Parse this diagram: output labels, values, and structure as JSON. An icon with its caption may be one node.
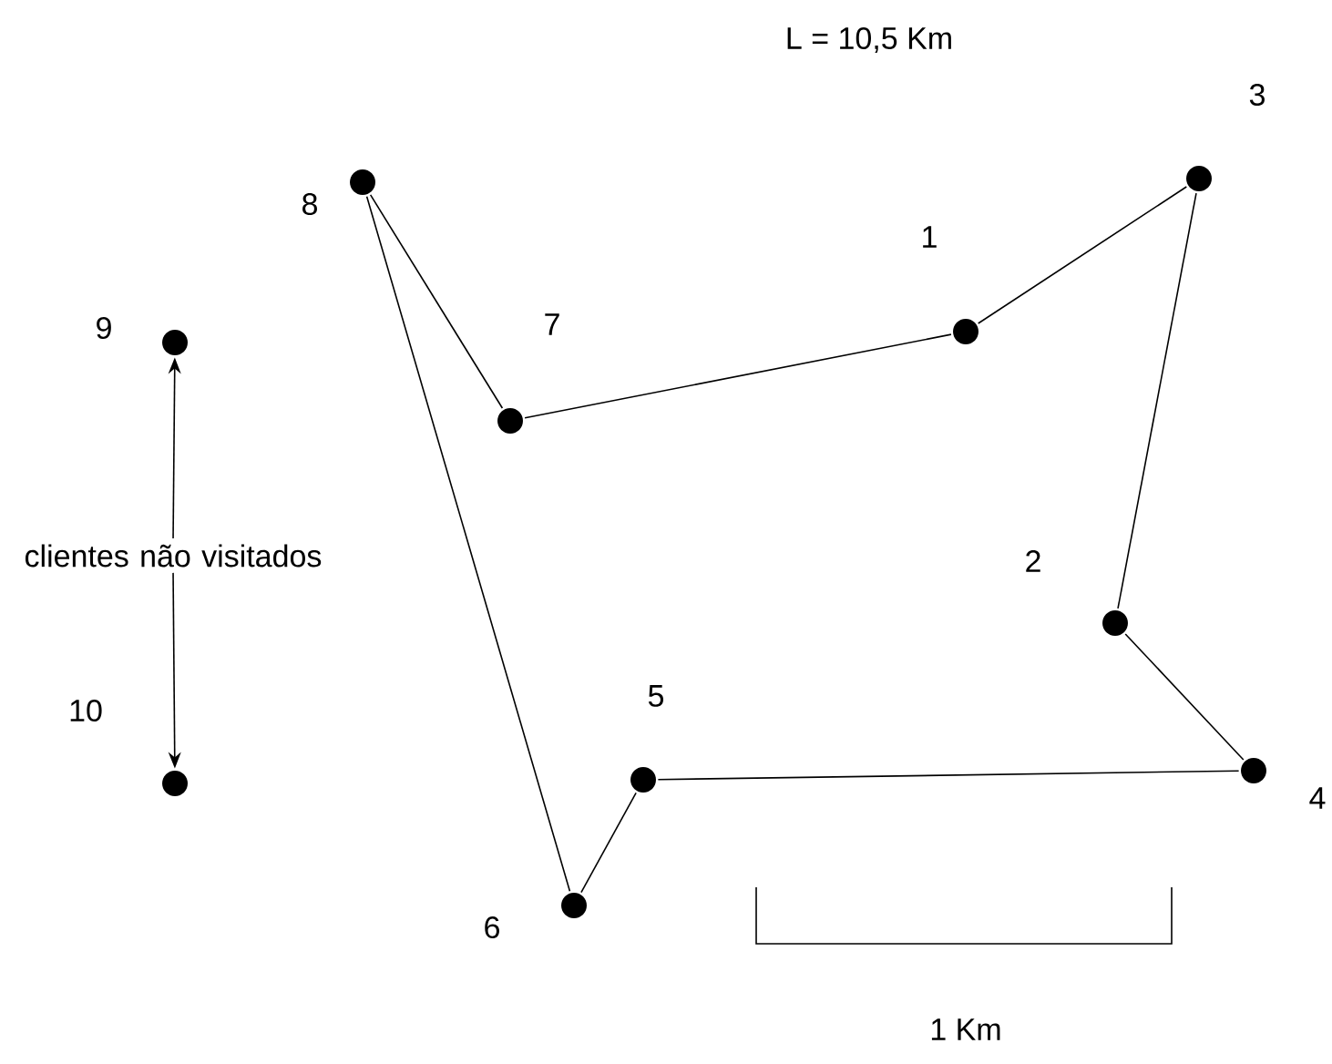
{
  "diagram": {
    "title": "L = 10,5 Km",
    "nodes": [
      {
        "text": [],
        "shape": "circle",
        "beside": [
          "1"
        ]
      },
      {
        "text": [],
        "shape": "circle",
        "beside": [
          "2"
        ]
      },
      {
        "text": [],
        "shape": "circle",
        "beside": [
          "3"
        ]
      },
      {
        "text": [],
        "shape": "circle",
        "beside": [
          "4"
        ]
      },
      {
        "text": [],
        "shape": "circle",
        "beside": [
          "5"
        ]
      },
      {
        "text": [],
        "shape": "circle",
        "beside": [
          "6"
        ]
      },
      {
        "text": [],
        "shape": "circle",
        "beside": [
          "7"
        ]
      },
      {
        "text": [],
        "shape": "circle",
        "beside": [
          "8"
        ]
      },
      {
        "text": [],
        "shape": "circle",
        "beside": [
          "9"
        ]
      },
      {
        "text": [],
        "shape": "circle",
        "beside": [
          "10"
        ]
      },
      {
        "text": [
          "clientes não visitados"
        ]
      }
    ],
    "edges": [
      {
        "from": 7,
        "to": 6,
        "arrow": "none"
      },
      {
        "from": 6,
        "to": 0,
        "arrow": "none"
      },
      {
        "from": 0,
        "to": 2,
        "arrow": "none"
      },
      {
        "from": 2,
        "to": 1,
        "arrow": "none"
      },
      {
        "from": 1,
        "to": 3,
        "arrow": "none"
      },
      {
        "from": 3,
        "to": 4,
        "arrow": "none"
      },
      {
        "from": 4,
        "to": 5,
        "arrow": "none"
      },
      {
        "from": 5,
        "to": 7,
        "arrow": "none"
      },
      {
        "from": 10,
        "to": 8,
        "arrow": "to"
      },
      {
        "from": 10,
        "to": 9,
        "arrow": "to"
      }
    ],
    "labels": [
      "1 Km"
    ]
  }
}
